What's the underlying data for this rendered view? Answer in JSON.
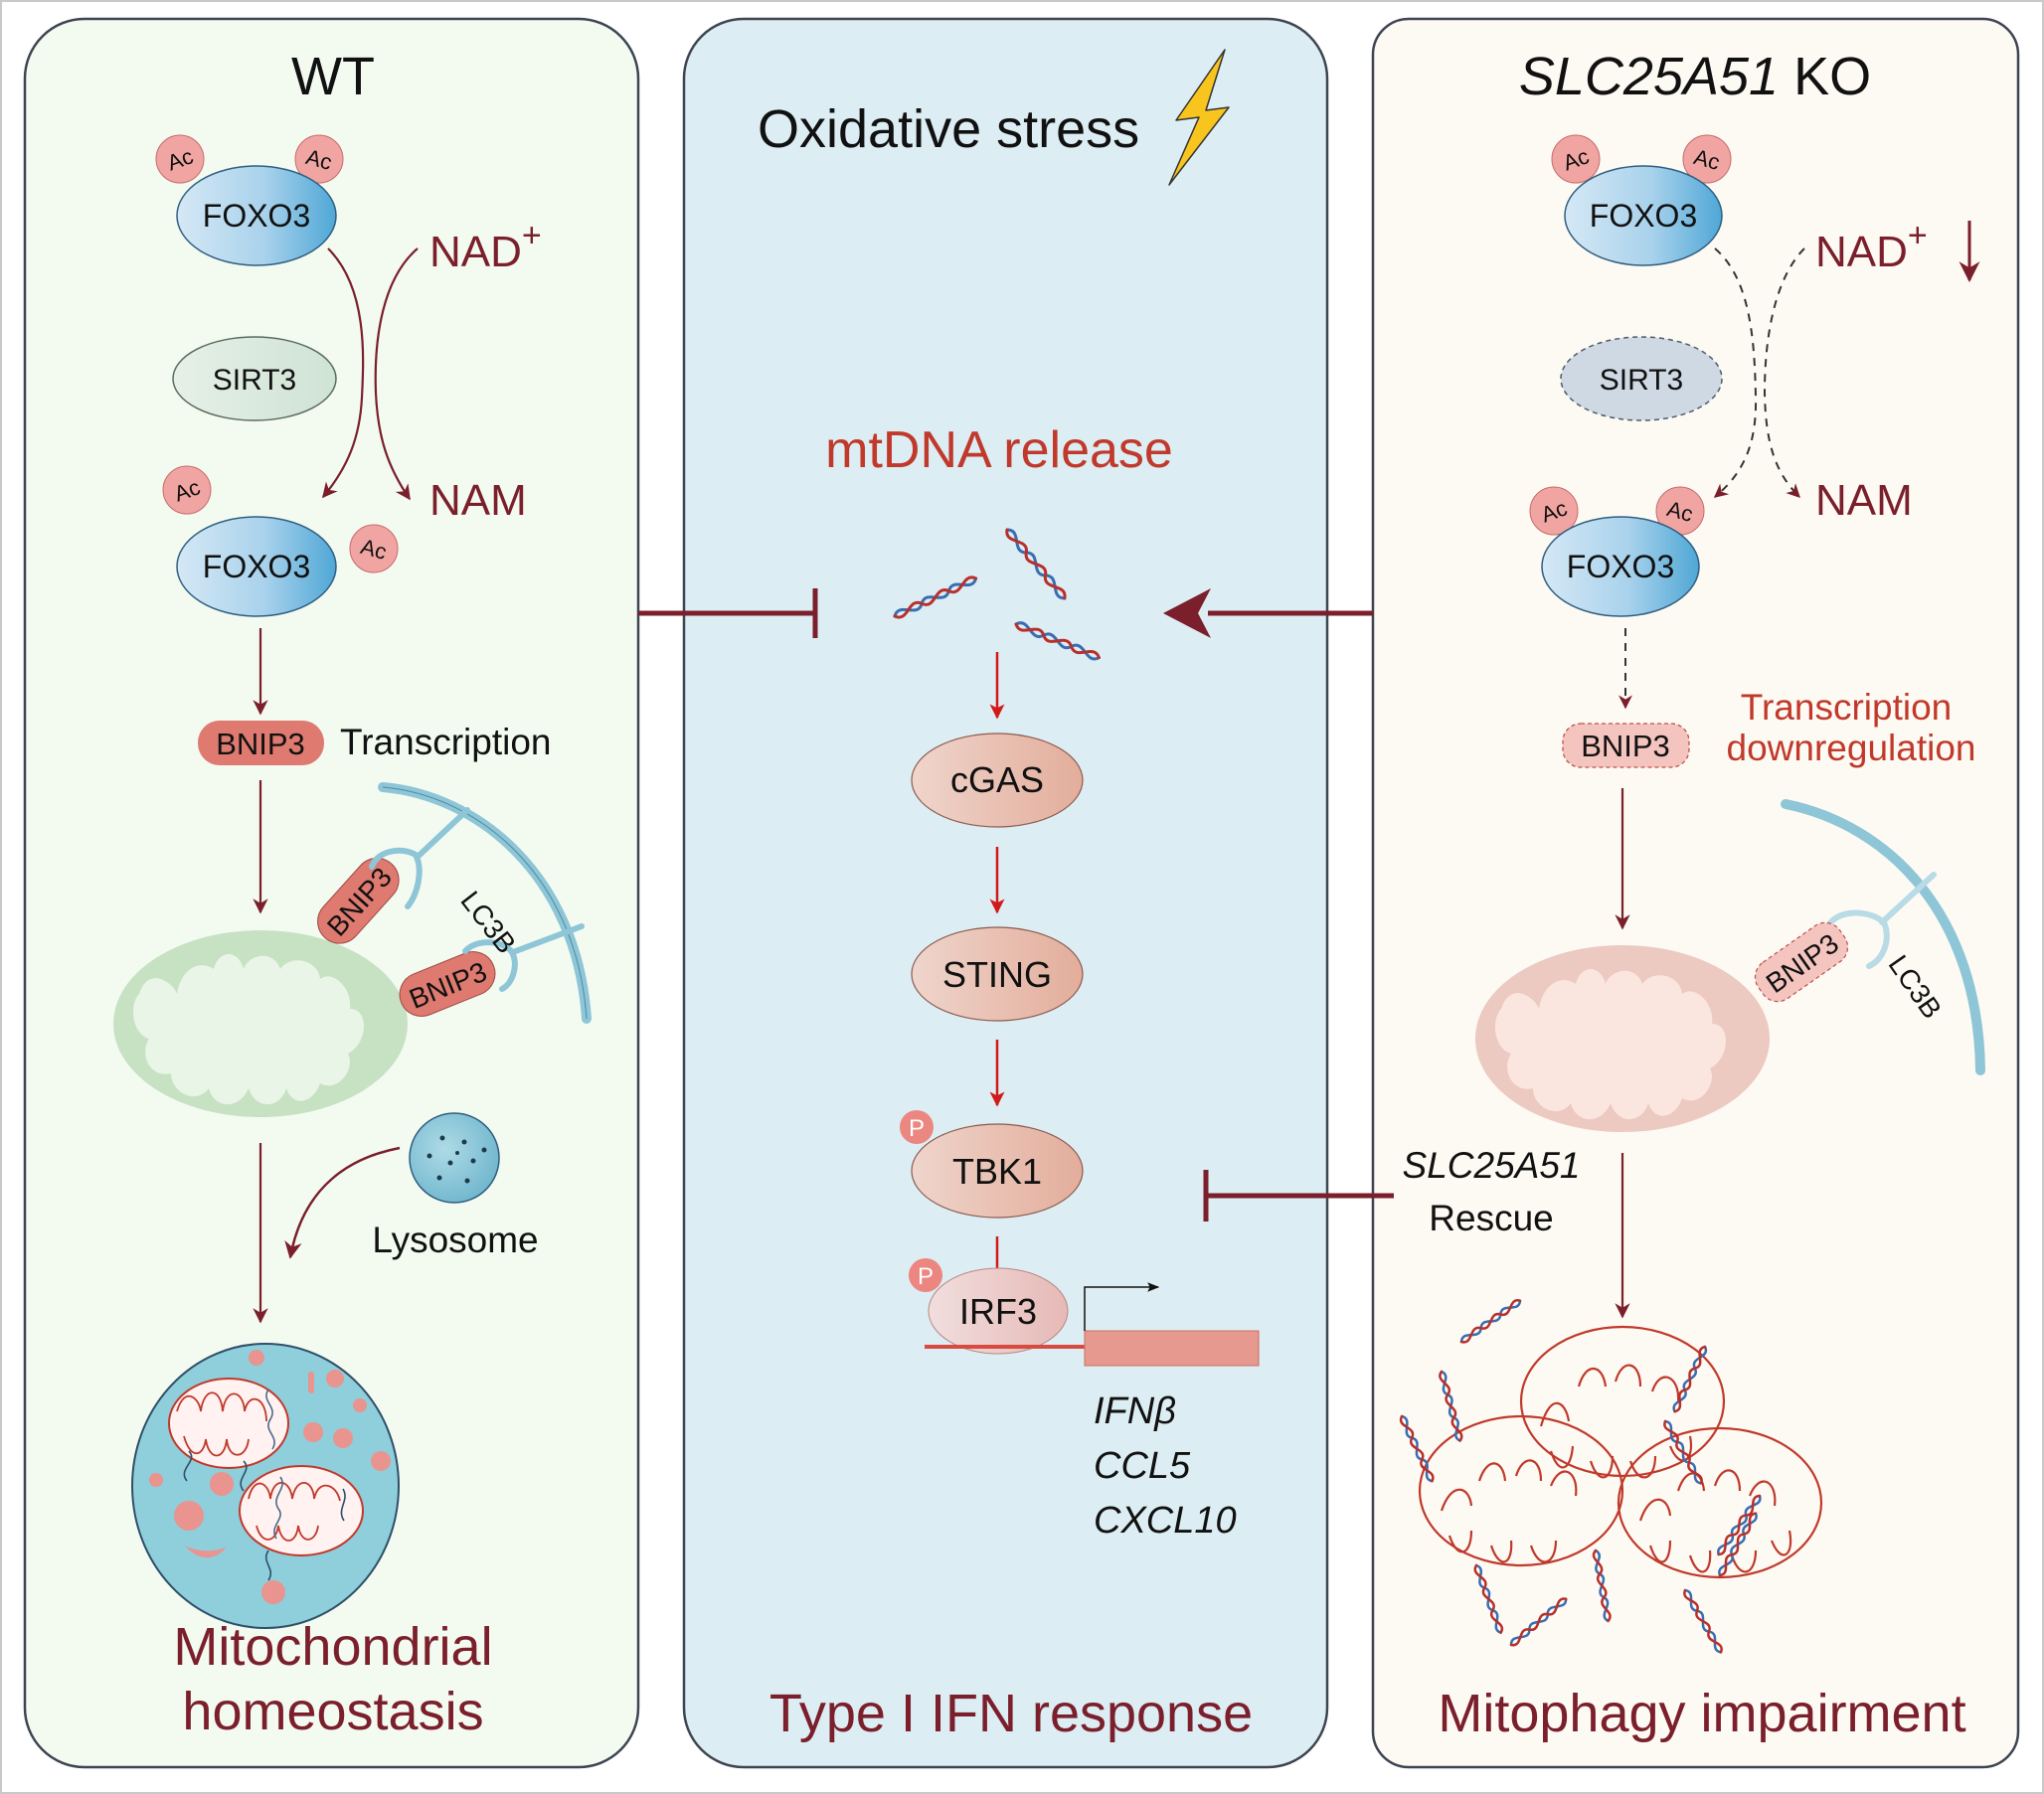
{
  "figure": {
    "type": "mechanism-schematic",
    "colors": {
      "wt_panel_bg": "#f3fbf1",
      "middle_panel_bg": "#dcedf3",
      "ko_panel_bg": "#fdfaf3",
      "panel_border": "#3e4552",
      "maroon": "#7a1f2b",
      "bright_red_arrow": "#d31a1a",
      "red_text": "#c0392b",
      "foxo3_blue": "#63b3dc",
      "ac_pink": "#f0a5a2",
      "bnip3_red": "#de7a70",
      "lc3b_blue": "#8ec6d8",
      "lightning_yellow": "#f7c51e"
    }
  },
  "wt_panel": {
    "title": "WT",
    "foxo3_top": {
      "label": "FOXO3",
      "modifications": [
        "Ac",
        "Ac"
      ]
    },
    "nad": {
      "label": "NAD",
      "superscript": "+"
    },
    "sirt3": {
      "label": "SIRT3"
    },
    "nam": {
      "label": "NAM"
    },
    "foxo3_bottom": {
      "label": "FOXO3",
      "modifications": [
        "Ac",
        "Ac"
      ]
    },
    "bnip3": {
      "label": "BNIP3",
      "annotation": "Transcription"
    },
    "mitochondrion": {
      "receptors": [
        "BNIP3",
        "BNIP3"
      ],
      "adaptor_label": "LC3B"
    },
    "lysosome_label": "Lysosome",
    "outcome": [
      "Mitochondrial",
      "homeostasis"
    ]
  },
  "middle_panel": {
    "title": "Oxidative stress",
    "event": "mtDNA release",
    "pathway": [
      {
        "label": "cGAS",
        "phospho": false
      },
      {
        "label": "STING",
        "phospho": false
      },
      {
        "label": "TBK1",
        "phospho": true,
        "phospho_label": "P"
      },
      {
        "label": "IRF3",
        "phospho": true,
        "phospho_label": "P"
      }
    ],
    "genes": [
      "IFNβ",
      "CCL5",
      "CXCL10"
    ],
    "outcome": "Type I IFN response"
  },
  "ko_panel": {
    "title_italic": "SLC25A51",
    "title_suffix": " KO",
    "foxo3_top": {
      "label": "FOXO3",
      "modifications": [
        "Ac",
        "Ac"
      ]
    },
    "nad": {
      "label": "NAD",
      "superscript": "+",
      "trend": "down"
    },
    "sirt3": {
      "label": "SIRT3"
    },
    "nam": {
      "label": "NAM"
    },
    "foxo3_bottom": {
      "label": "FOXO3",
      "modifications": [
        "Ac",
        "Ac"
      ]
    },
    "bnip3": {
      "label": "BNIP3",
      "annotation": [
        "Transcription",
        "downregulation"
      ]
    },
    "mitochondrion": {
      "receptors": [
        "BNIP3"
      ],
      "adaptor_label": "LC3B"
    },
    "rescue": {
      "gene_italic": "SLC25A51",
      "label": "Rescue"
    },
    "outcome": "Mitophagy impairment"
  },
  "cross_panel": {
    "wt_to_mtdna": "inhibits",
    "ko_to_mtdna": "promotes",
    "rescue_to_tbk1_irf3": "inhibits"
  }
}
